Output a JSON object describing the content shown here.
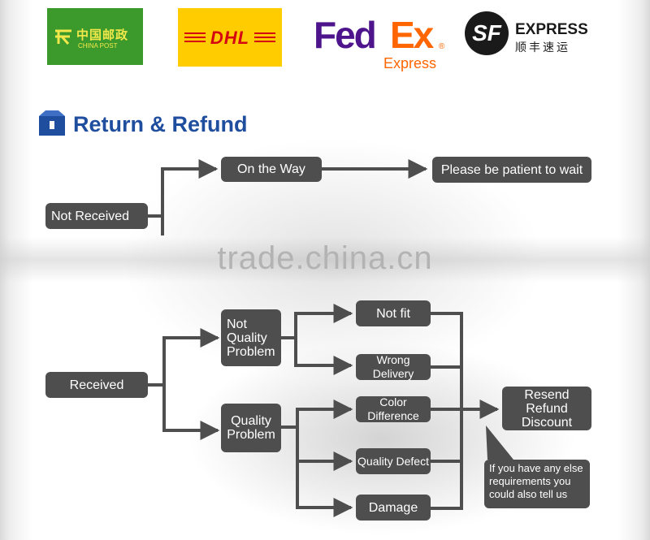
{
  "logos": {
    "china_post": {
      "zh": "中国邮政",
      "en": "CHINA POST",
      "color": "#3c9a2c"
    },
    "dhl": {
      "text": "DHL",
      "color": "#ffcc00",
      "text_color": "#d40511"
    },
    "fedex": {
      "fed": "Fed",
      "ex": "Ex",
      "express": "Express",
      "reg": "®",
      "purple": "#4d148c",
      "orange": "#ff6600"
    },
    "sf": {
      "mark": "SF",
      "en": "EXPRESS",
      "zh": "顺丰速运"
    }
  },
  "section": {
    "title": "Return & Refund",
    "title_color": "#1f4e9e",
    "icon": "box-icon"
  },
  "watermark": "trade.china.cn",
  "colors": {
    "node": "#4e4e4e",
    "arrow": "#4e4e4e"
  },
  "flow_top": {
    "root": "Not Received",
    "step": "On the Way",
    "result": "Please be patient to wait"
  },
  "flow_bottom": {
    "root": "Received",
    "not_quality": "Not\nQuality\nProblem",
    "quality": "Quality\nProblem",
    "not_fit": "Not fit",
    "wrong_delivery": "Wrong Delivery",
    "color_difference": "Color Difference",
    "quality_defect": "Quality Defect",
    "damage": "Damage",
    "outcome": "Resend\nRefund\nDiscount",
    "note": "If you have any else\nrequirements you\ncould also tell us"
  }
}
